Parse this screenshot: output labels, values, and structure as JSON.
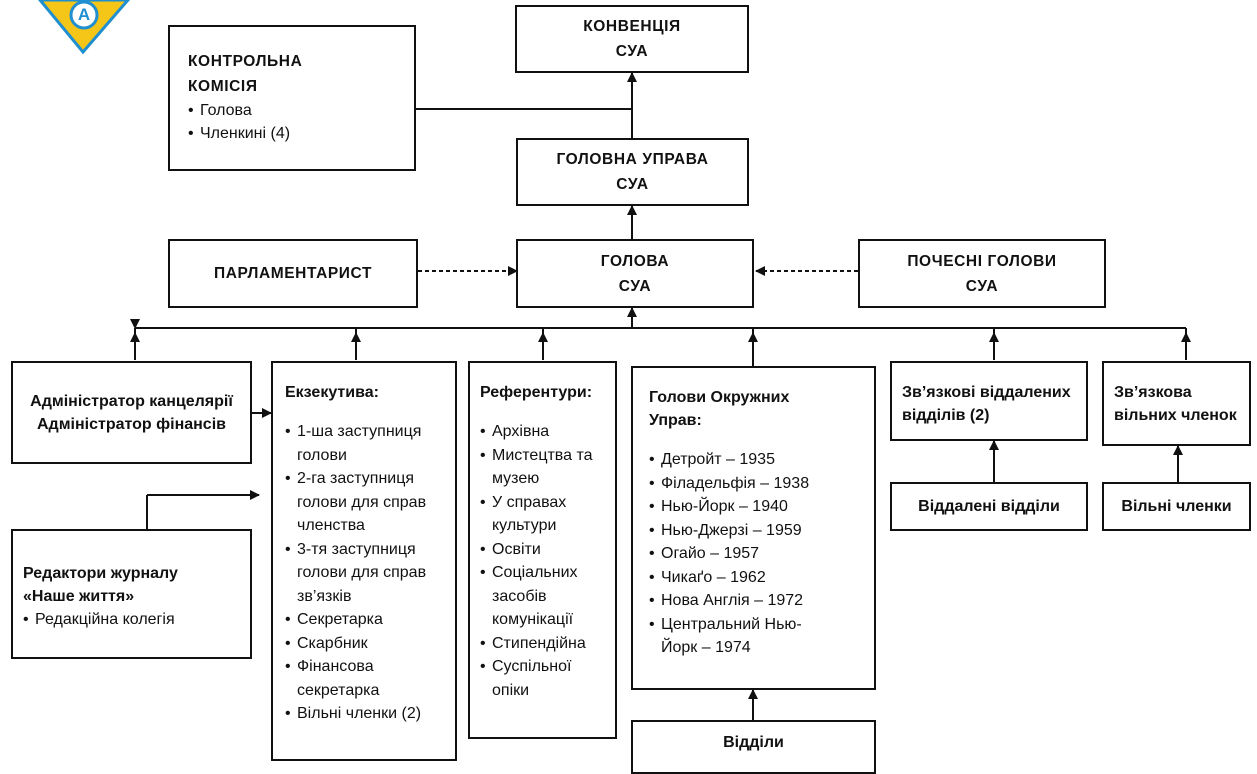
{
  "logo": {
    "letter": "A",
    "color": "#f5c518",
    "accent": "#1f8fd0"
  },
  "convention": {
    "line1": "КОНВЕНЦІЯ",
    "line2": "СУА"
  },
  "control_commission": {
    "title1": "КОНТРОЛЬНА",
    "title2": "КОМІСІЯ",
    "items": [
      "Голова",
      "Членкині (4)"
    ]
  },
  "main_board": {
    "line1": "ГОЛОВНА УПРАВА",
    "line2": "СУА"
  },
  "president": {
    "line1": "ГОЛОВА",
    "line2": "СУА"
  },
  "parliamentarian": {
    "label": "ПАРЛАМЕНТАРИСТ"
  },
  "honorary": {
    "line1": "ПОЧЕСНІ ГОЛОВИ",
    "line2": "СУА"
  },
  "administrators": {
    "line1": "Адміністратор канцелярії",
    "line2": "Адміністратор фінансів"
  },
  "editors": {
    "title1": "Редактори журналу",
    "title2": "«Наше життя»",
    "items": [
      "Редакційна колегія"
    ]
  },
  "executive": {
    "title": "Екзекутива:",
    "items": [
      "1-ша заступниця голови",
      "2-га заступниця голови для справ членства",
      "3-тя заступниця голови для справ зв’язків",
      "Секретарка",
      "Скарбник",
      "Фінансова секретарка",
      "Вільні членки (2)"
    ]
  },
  "referenturas": {
    "title": "Референтури:",
    "items": [
      "Архівна",
      "Мистецтва та музею",
      "У справах культури",
      "Освіти",
      "Соціальних засобів комунікації",
      "Стипендійна",
      "Суспільної опіки"
    ]
  },
  "district_heads": {
    "title1": "Голови Окружних",
    "title2": "Управ:",
    "items": [
      "Детройт – 1935",
      "Філадельфія – 1938",
      "Нью-Йорк – 1940",
      "Нью-Джерзі – 1959",
      "Огайо – 1957",
      "Чикаґо – 1962",
      "Нова Англія – 1972",
      "Центральний Нью-Йорк – 1974"
    ]
  },
  "branches": {
    "label": "Відділи"
  },
  "liaison_remote": {
    "line1": "Зв’язкові віддалених",
    "line2": "відділів (2)"
  },
  "remote_branches": {
    "label": "Віддалені відділи"
  },
  "liaison_free": {
    "line1": "Зв’язкова",
    "line2": "вільних членок"
  },
  "free_members": {
    "label": "Вільні членки"
  }
}
